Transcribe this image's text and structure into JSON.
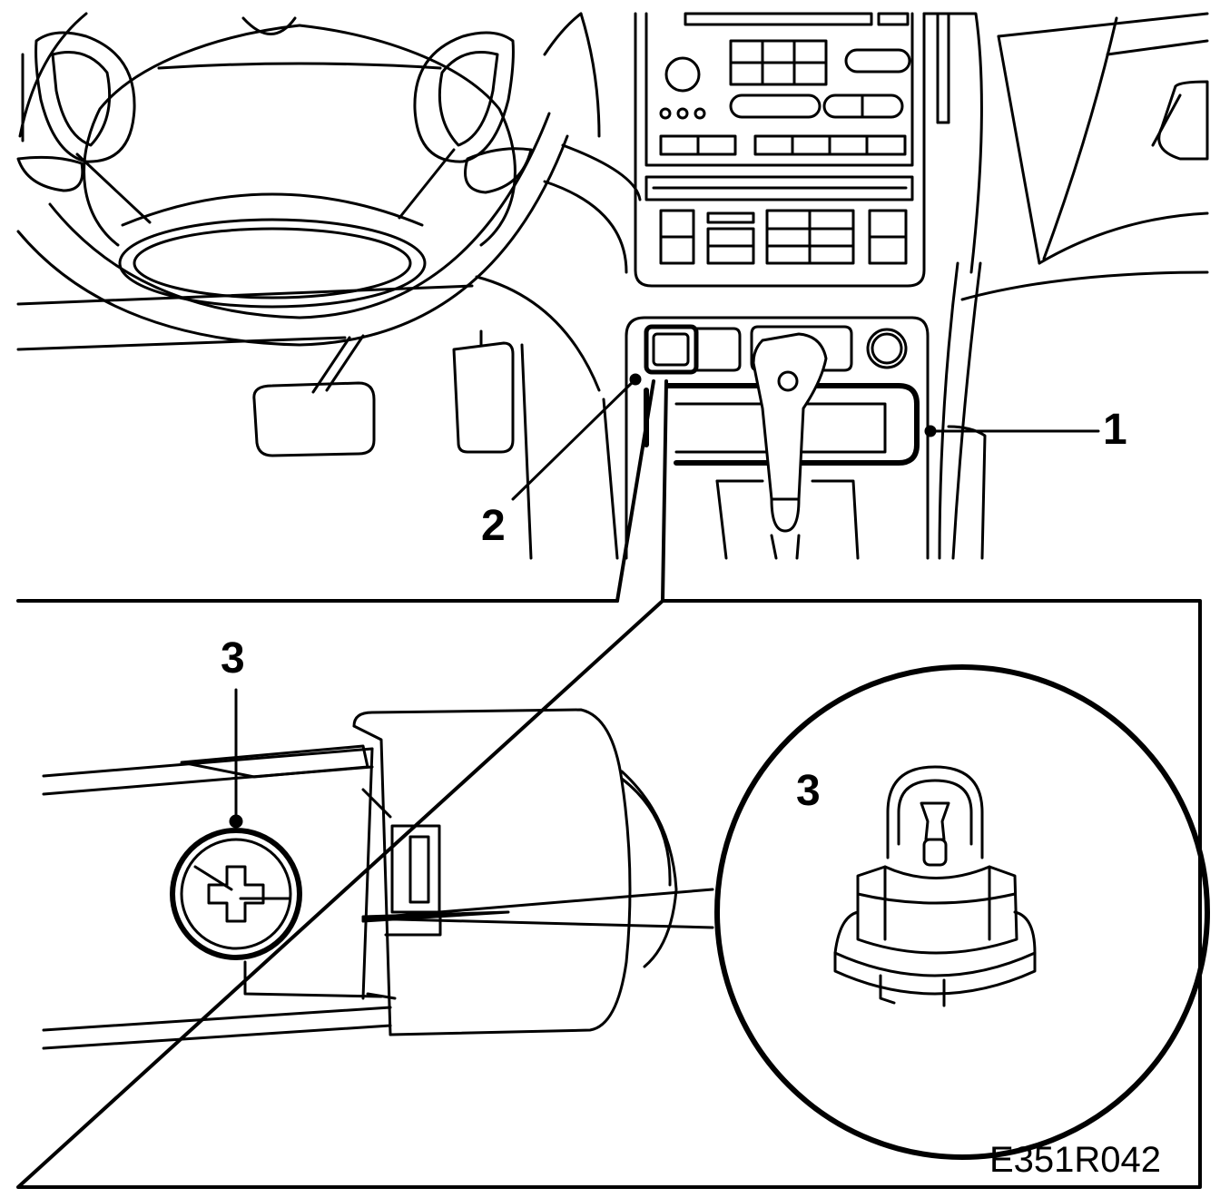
{
  "callouts": {
    "c1": "1",
    "c2": "2",
    "c3_pointer": "3",
    "c3_zoom": "3"
  },
  "figure_code": "E351R042",
  "colors": {
    "line": "#000000",
    "background": "#ffffff"
  }
}
